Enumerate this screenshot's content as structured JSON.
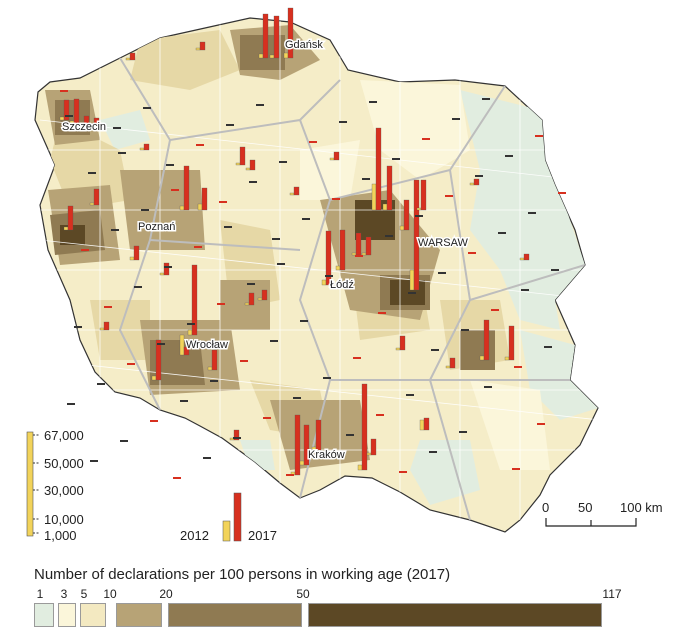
{
  "cities": [
    "Gdańsk",
    "Szczecin",
    "Poznań",
    "WARSAW",
    "Łódź",
    "Wrocław",
    "Kraków"
  ],
  "bar_legend": {
    "ticks": [
      "67,000",
      "50,000",
      "30,000",
      "10,000",
      "1,000"
    ],
    "year_2012": "2012",
    "year_2017": "2017",
    "color_2012": "#f2d35a",
    "color_2017": "#d7301f"
  },
  "scale_bar": {
    "labels": [
      "0",
      "50",
      "100 km"
    ]
  },
  "choropleth_legend": {
    "title": "Number of declarations per 100 persons in working age (2017)",
    "breaks": [
      "1",
      "3",
      "5",
      "10",
      "20",
      "50",
      "117"
    ],
    "colors": [
      "#e1ede0",
      "#fbf6da",
      "#f3e9c1",
      "#e6d8a6",
      "#b7a376",
      "#8f7a52",
      "#5c4825"
    ]
  },
  "colors": {
    "county_border": "#ffffff",
    "voivodeship_border": "#bdbdbd",
    "country_outline": "#333333"
  }
}
